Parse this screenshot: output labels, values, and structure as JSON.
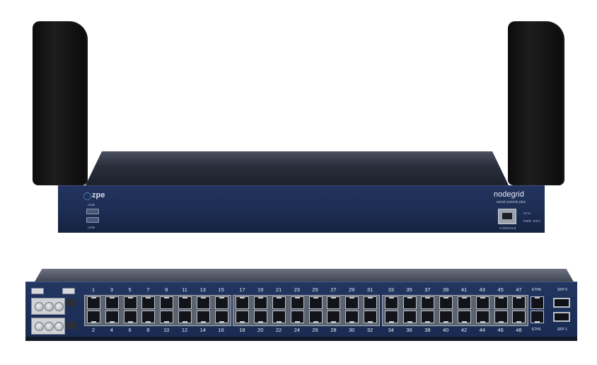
{
  "front": {
    "brand": "zpe",
    "usb_label_top": "USB",
    "usb_label_bottom": "USB",
    "product": "nodegrid",
    "product_sub": "serial console plus",
    "console_label": "CONSOLE",
    "led_labels": [
      "SYS",
      "PWR"
    ],
    "reset_label": "RST"
  },
  "rear": {
    "top_port_numbers": [
      "1",
      "3",
      "5",
      "7",
      "9",
      "11",
      "13",
      "15",
      "17",
      "19",
      "21",
      "23",
      "25",
      "27",
      "29",
      "31",
      "33",
      "35",
      "37",
      "39",
      "41",
      "43",
      "45",
      "47"
    ],
    "bottom_port_numbers": [
      "2",
      "4",
      "6",
      "8",
      "10",
      "12",
      "14",
      "16",
      "18",
      "20",
      "22",
      "24",
      "26",
      "28",
      "30",
      "32",
      "34",
      "36",
      "38",
      "40",
      "42",
      "44",
      "46",
      "48"
    ],
    "eth0_label": "ETH0",
    "eth1_label": "ETH1",
    "sfp0_label": "SFP 0",
    "sfp1_label": "SFP 1"
  }
}
